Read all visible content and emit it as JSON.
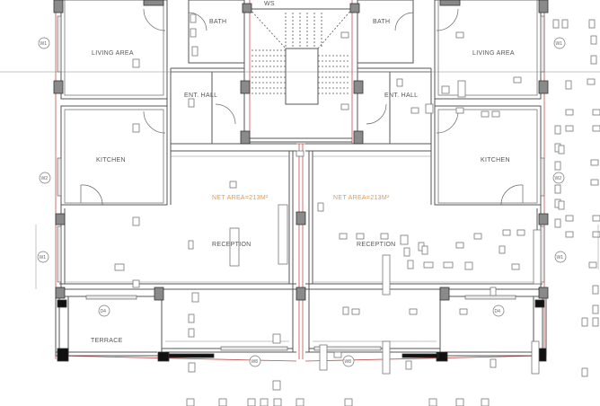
{
  "drawing": {
    "type": "architectural floor plan",
    "background": "#ffffff",
    "colors": {
      "wall": "#555555",
      "axis_line": "#c0504d",
      "area_label": "#e09a5a",
      "column_hatch": "#8a8a8a",
      "column_solid": "#111111"
    }
  },
  "rooms": {
    "living_left": "LIVING AREA",
    "living_right": "LIVING AREA",
    "bath_left": "BATH",
    "bath_right": "BATH",
    "ws": "WS",
    "ent_hall_left": "ENT. HALL",
    "ent_hall_right": "ENT. HALL",
    "kitchen_left": "KITCHEN",
    "kitchen_right": "KITCHEN",
    "reception_left": "RECEPTION",
    "reception_right": "RECEPTION",
    "terrace": "TERRACE"
  },
  "area_labels": {
    "left": "NET AREA=213M²",
    "right": "NET AREA=213M²"
  },
  "tags": {
    "w1_top_left": "W1",
    "w1_top_right": "W1",
    "w2_left": "W2",
    "w2_right": "W2",
    "w1_mid_left": "W1",
    "w1_mid_right": "W1",
    "d4_left": "D4",
    "d4_right": "D4",
    "w8_left": "W8",
    "w8_right": "W8"
  }
}
